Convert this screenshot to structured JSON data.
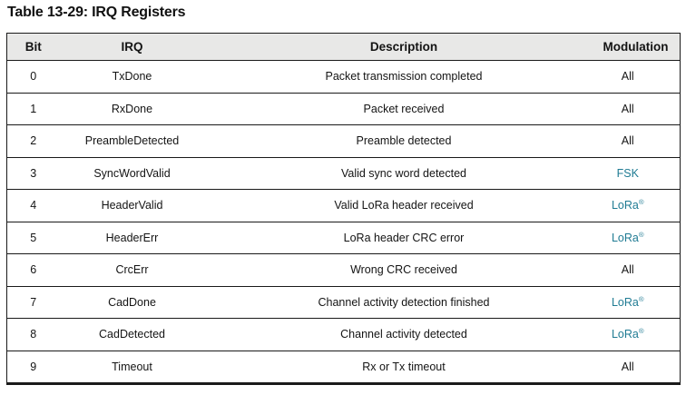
{
  "title": "Table 13-29: IRQ Registers",
  "colors": {
    "accent_teal": "#1f7b93",
    "header_bg": "#e8e8e7",
    "border": "#1a1a1a"
  },
  "table": {
    "columns": [
      "Bit",
      "IRQ",
      "Description",
      "Modulation"
    ],
    "rows": [
      {
        "bit": "0",
        "irq": "TxDone",
        "description": "Packet transmission completed",
        "modulation": "All",
        "accent": false
      },
      {
        "bit": "1",
        "irq": "RxDone",
        "description": "Packet received",
        "modulation": "All",
        "accent": false
      },
      {
        "bit": "2",
        "irq": "PreambleDetected",
        "description": "Preamble detected",
        "modulation": "All",
        "accent": false
      },
      {
        "bit": "3",
        "irq": "SyncWordValid",
        "description": "Valid sync word detected",
        "modulation": "FSK",
        "accent": true
      },
      {
        "bit": "4",
        "irq": "HeaderValid",
        "description": "Valid LoRa header received",
        "modulation": "LoRa®",
        "accent": true
      },
      {
        "bit": "5",
        "irq": "HeaderErr",
        "description": "LoRa header CRC error",
        "modulation": "LoRa®",
        "accent": true
      },
      {
        "bit": "6",
        "irq": "CrcErr",
        "description": "Wrong CRC received",
        "modulation": "All",
        "accent": false
      },
      {
        "bit": "7",
        "irq": "CadDone",
        "description": "Channel activity detection finished",
        "modulation": "LoRa®",
        "accent": true
      },
      {
        "bit": "8",
        "irq": "CadDetected",
        "description": "Channel activity detected",
        "modulation": "LoRa®",
        "accent": true
      },
      {
        "bit": "9",
        "irq": "Timeout",
        "description": "Rx or Tx timeout",
        "modulation": "All",
        "accent": false
      }
    ]
  }
}
